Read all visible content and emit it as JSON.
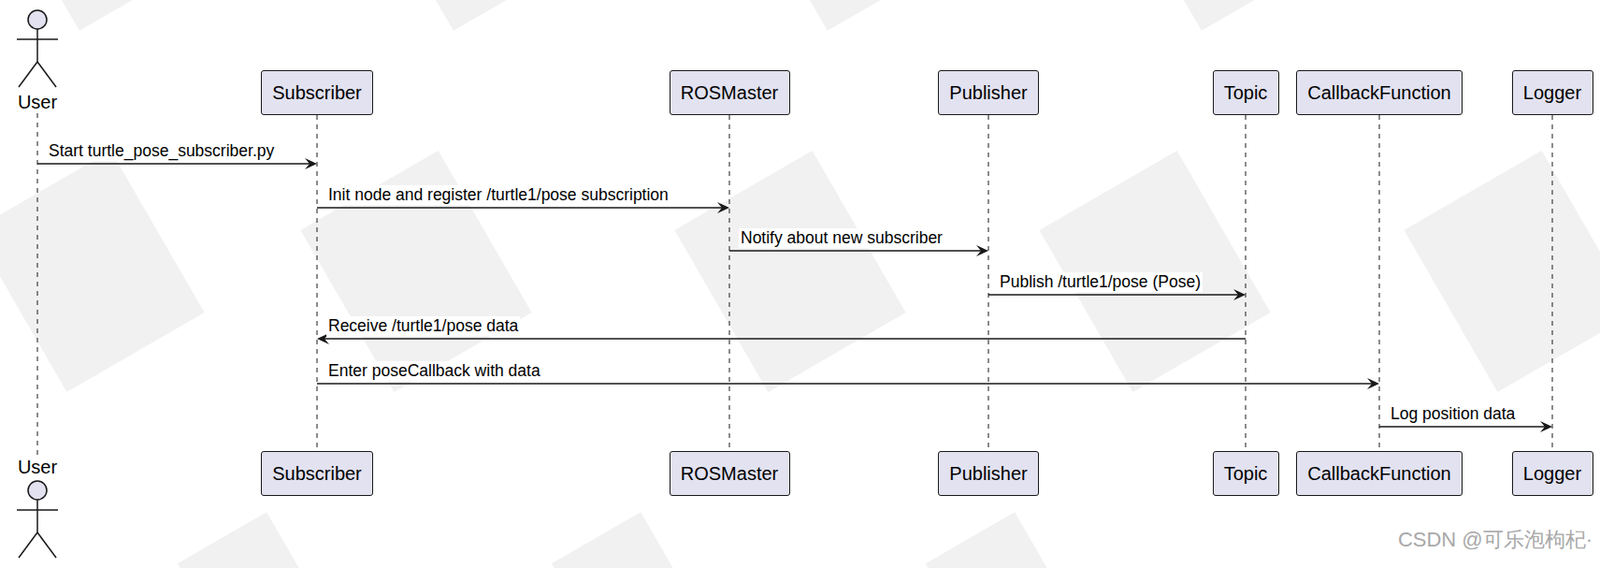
{
  "diagram": {
    "nodes": [
      {
        "text": [
          "User"
        ]
      },
      {
        "text": [
          "Subscriber"
        ]
      },
      {
        "text": [
          "ROSMaster"
        ]
      },
      {
        "text": [
          "Publisher"
        ]
      },
      {
        "text": [
          "Topic"
        ]
      },
      {
        "text": [
          "CallbackFunction"
        ]
      },
      {
        "text": [
          "Logger"
        ]
      },
      {
        "text": [
          "User"
        ]
      },
      {
        "text": [
          "Subscriber"
        ]
      },
      {
        "text": [
          "ROSMaster"
        ]
      },
      {
        "text": [
          "Publisher"
        ]
      },
      {
        "text": [
          "Topic"
        ]
      },
      {
        "text": [
          "CallbackFunction"
        ]
      },
      {
        "text": [
          "Logger"
        ]
      }
    ],
    "edges": [
      {
        "from": 0,
        "to": 1,
        "label": "Start turtle_pose_subscriber.py",
        "arrow": "to"
      },
      {
        "from": 1,
        "to": 2,
        "label": "Init node and register /turtle1/pose subscription",
        "arrow": "to"
      },
      {
        "from": 2,
        "to": 3,
        "label": "Notify about new subscriber",
        "arrow": "to"
      },
      {
        "from": 3,
        "to": 4,
        "label": "Publish /turtle1/pose (Pose)",
        "arrow": "to"
      },
      {
        "from": 4,
        "to": 1,
        "label": "Receive /turtle1/pose data",
        "arrow": "to"
      },
      {
        "from": 1,
        "to": 5,
        "label": "Enter poseCallback with data",
        "arrow": "to"
      },
      {
        "from": 5,
        "to": 6,
        "label": "Log position data",
        "arrow": "to"
      },
      {
        "from": 0,
        "to": 7,
        "arrow": "none"
      },
      {
        "from": 1,
        "to": 8,
        "arrow": "none"
      },
      {
        "from": 2,
        "to": 9,
        "arrow": "none"
      },
      {
        "from": 3,
        "to": 10,
        "arrow": "none"
      },
      {
        "from": 4,
        "to": 11,
        "arrow": "none"
      },
      {
        "from": 5,
        "to": 12,
        "arrow": "none"
      },
      {
        "from": 6,
        "to": 13,
        "arrow": "none"
      }
    ],
    "labels": [
      "CSDN @可乐泡枸杞·"
    ]
  }
}
